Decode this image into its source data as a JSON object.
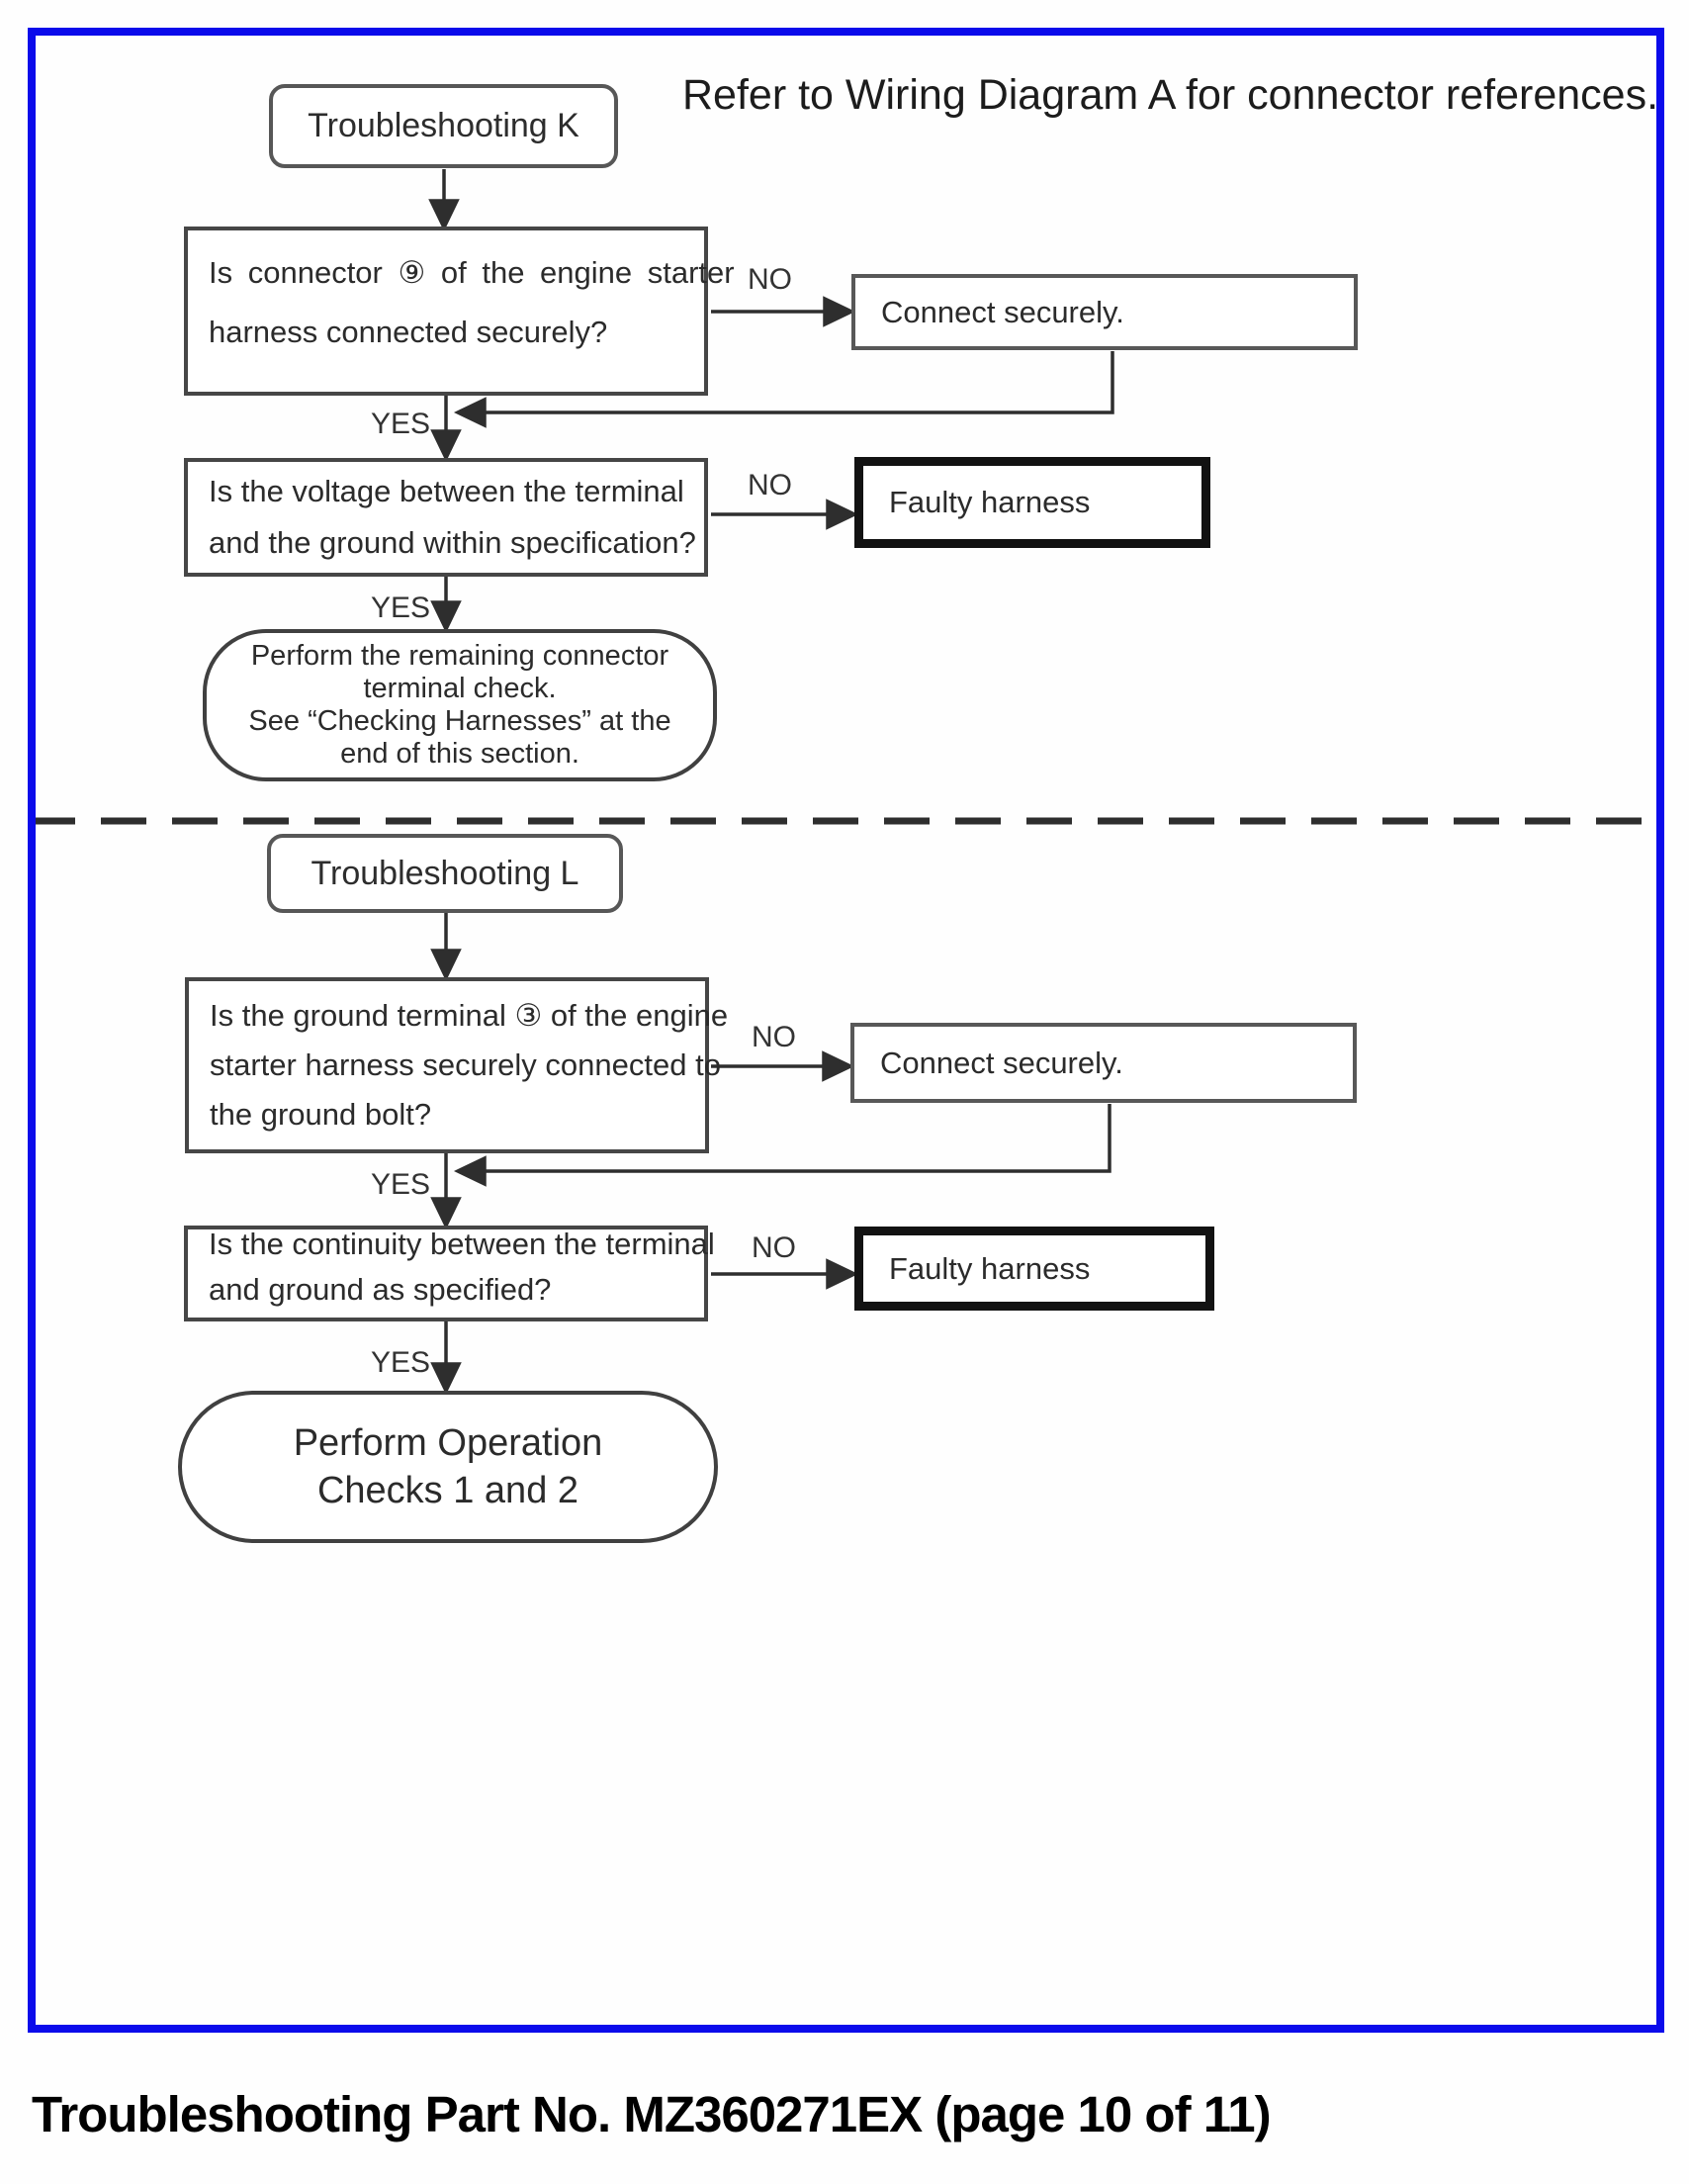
{
  "note": "Refer to Wiring Diagram A for connector references.",
  "caption": "Troubleshooting Part No. MZ360271EX (page 10 of 11)",
  "labels": {
    "yes": "YES",
    "no": "NO"
  },
  "colors": {
    "frame_blue": "#0b0beb",
    "ink": "#2b2b2b"
  },
  "k": {
    "title": "Troubleshooting K",
    "q1": {
      "l1": "Is connector ⑨ of the engine starter",
      "l2": "harness connected securely?"
    },
    "action_connect": "Connect securely.",
    "q2": {
      "l1": "Is the voltage between the terminal",
      "l2": "and the ground within specification?"
    },
    "action_faulty": "Faulty harness",
    "end": {
      "l1": "Perform the remaining connector",
      "l2": "terminal check.",
      "l3": "See “Checking Harnesses” at the",
      "l4": "end of this section."
    }
  },
  "l": {
    "title": "Troubleshooting L",
    "q1": {
      "l1": "Is the ground terminal ③ of the engine",
      "l2": "starter harness securely connected to",
      "l3": "the ground bolt?"
    },
    "action_connect": "Connect securely.",
    "q2": {
      "l1": "Is the continuity between the terminal",
      "l2": "and ground as specified?"
    },
    "action_faulty": "Faulty harness",
    "end": {
      "l1": "Perform Operation",
      "l2": "Checks 1 and 2"
    }
  }
}
